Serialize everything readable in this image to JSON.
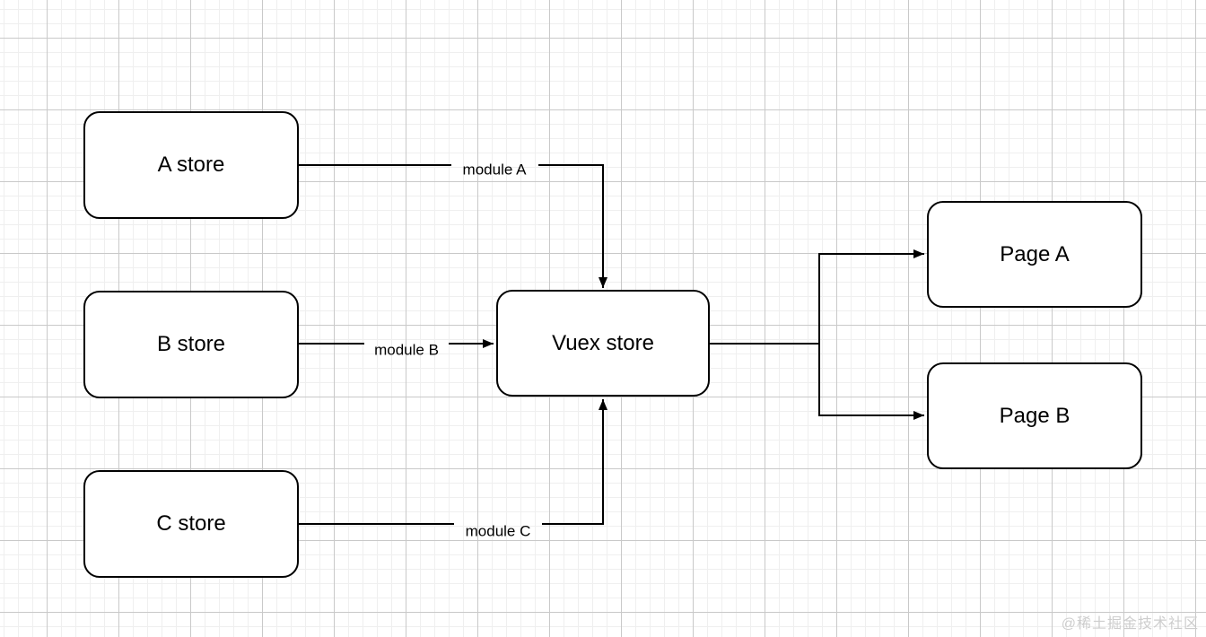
{
  "diagram": {
    "nodes": {
      "a_store": {
        "label": "A store"
      },
      "b_store": {
        "label": "B store"
      },
      "c_store": {
        "label": "C store"
      },
      "vuex_store": {
        "label": "Vuex store"
      },
      "page_a": {
        "label": "Page A"
      },
      "page_b": {
        "label": "Page B"
      }
    },
    "edges": {
      "a_to_vuex": {
        "label": "module A"
      },
      "b_to_vuex": {
        "label": "module B"
      },
      "c_to_vuex": {
        "label": "module C"
      }
    },
    "colors": {
      "node_fill": "#ffffff",
      "stroke": "#000000",
      "grid_major": "#c9c9c9",
      "grid_minor": "#efefef",
      "watermark_text_color": "#cdcdcd"
    }
  },
  "watermark": {
    "text": "@稀土掘金技术社区"
  }
}
